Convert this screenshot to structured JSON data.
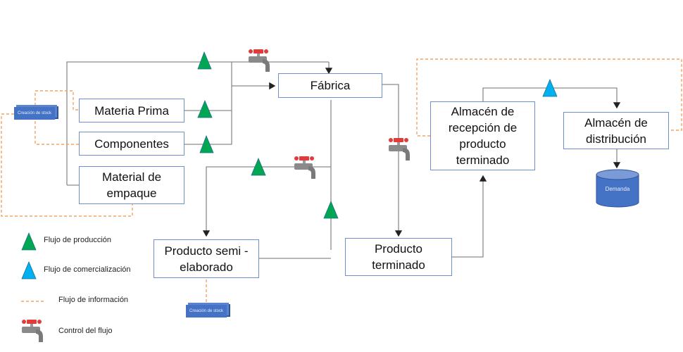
{
  "diagram": {
    "nodes": {
      "fabrica": "Fábrica",
      "materia_prima": "Materia Prima",
      "componentes": "Componentes",
      "material_empaque": "Material de\nempaque",
      "producto_semi": "Producto semi -\nelaborado",
      "producto_terminado": "Producto\nterminado",
      "almacen_recepcion": "Almacén de\nrecepción de\nproducto\nterminado",
      "almacen_distribucion": "Almacén de\ndistribución",
      "demanda": "Demanda",
      "stock_left": "Creación de stock",
      "stock_bottom": "Creación de stock"
    },
    "legend": [
      {
        "icon": "green-triangle-icon",
        "label": "Flujo de producción"
      },
      {
        "icon": "blue-triangle-icon",
        "label": "Flujo de comercialización"
      },
      {
        "icon": "dashed-line-icon",
        "label": "Flujo de información"
      },
      {
        "icon": "faucet-icon",
        "label": "Control del flujo"
      }
    ],
    "colors": {
      "production": "#00a651",
      "commercial": "#00b0f0",
      "information": "#f4a261",
      "faucet_handle": "#e03c3c",
      "box_border": "#6f8fcf",
      "stock": "#4472c4"
    }
  }
}
